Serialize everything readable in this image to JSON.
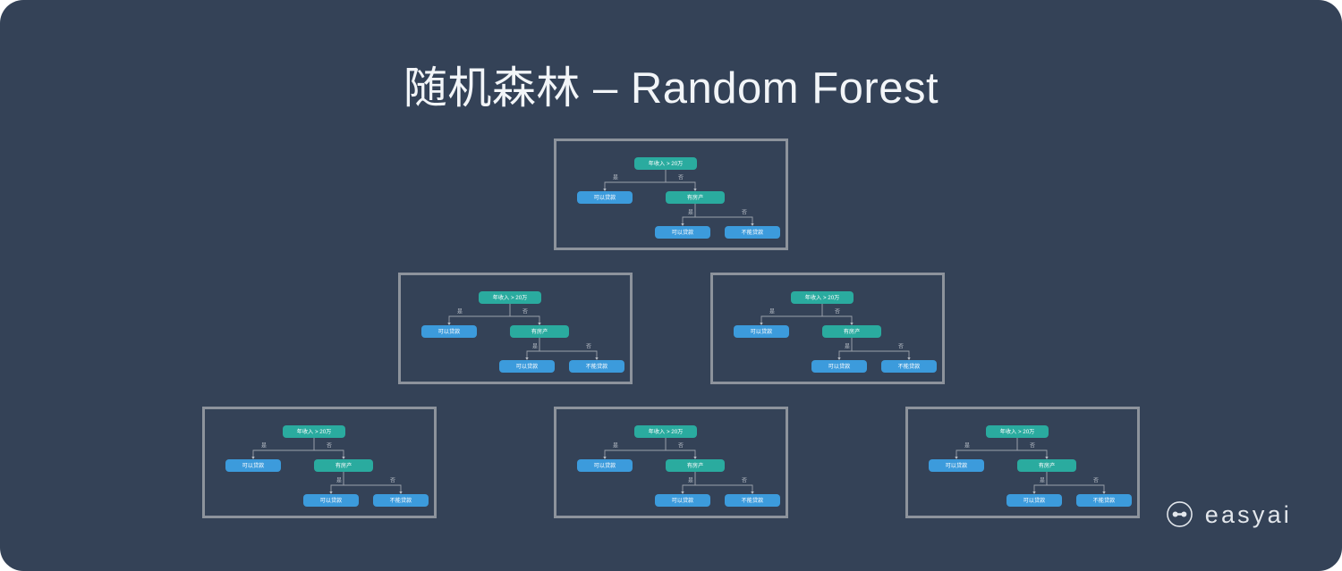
{
  "page": {
    "title": "随机森林 – Random Forest",
    "background_color": "#344257",
    "accent_green": "#2aab9f",
    "accent_blue": "#3c9bdc",
    "panel_border_color": "#8d939c",
    "text_color": "#f2f5f8"
  },
  "tree_template": {
    "nodes": {
      "root": "年收入 > 20万",
      "left_leaf": "可以贷款",
      "right_branch": "有房产",
      "right_left_leaf": "可以贷款",
      "right_right_leaf": "不能贷款"
    },
    "edges": {
      "yes": "是",
      "no": "否"
    }
  },
  "forest": {
    "rows": [
      {
        "row_index": 1,
        "trees": [
          {
            "id": "tree-1",
            "root": "年收入 > 20万",
            "left_leaf": "可以贷款",
            "right_branch": "有房产",
            "right_left_leaf": "可以贷款",
            "right_right_leaf": "不能贷款",
            "yes": "是",
            "no": "否"
          }
        ]
      },
      {
        "row_index": 2,
        "trees": [
          {
            "id": "tree-2",
            "root": "年收入 > 20万",
            "left_leaf": "可以贷款",
            "right_branch": "有房产",
            "right_left_leaf": "可以贷款",
            "right_right_leaf": "不能贷款",
            "yes": "是",
            "no": "否"
          },
          {
            "id": "tree-3",
            "root": "年收入 > 20万",
            "left_leaf": "可以贷款",
            "right_branch": "有房产",
            "right_left_leaf": "可以贷款",
            "right_right_leaf": "不能贷款",
            "yes": "是",
            "no": "否"
          }
        ]
      },
      {
        "row_index": 3,
        "trees": [
          {
            "id": "tree-4",
            "root": "年收入 > 20万",
            "left_leaf": "可以贷款",
            "right_branch": "有房产",
            "right_left_leaf": "可以贷款",
            "right_right_leaf": "不能贷款",
            "yes": "是",
            "no": "否"
          },
          {
            "id": "tree-5",
            "root": "年收入 > 20万",
            "left_leaf": "可以贷款",
            "right_branch": "有房产",
            "right_left_leaf": "可以贷款",
            "right_right_leaf": "不能贷款",
            "yes": "是",
            "no": "否"
          },
          {
            "id": "tree-6",
            "root": "年收入 > 20万",
            "left_leaf": "可以贷款",
            "right_branch": "有房产",
            "right_left_leaf": "可以贷款",
            "right_right_leaf": "不能贷款",
            "yes": "是",
            "no": "否"
          }
        ]
      }
    ]
  },
  "brand": {
    "name": "easyai",
    "mark_icon": "easyai-dumbbell-circle-icon"
  }
}
